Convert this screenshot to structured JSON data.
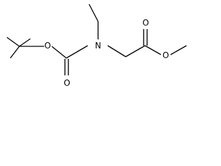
{
  "molecule": {
    "atoms": {
      "carbamate_ether_oxygen": "O",
      "carbamate_carbonyl_oxygen": "O",
      "nitrogen": "N",
      "ester_carbonyl_oxygen": "O",
      "ester_ether_oxygen": "O"
    }
  },
  "colors": {
    "background": "#ffffff",
    "bond": "#000000",
    "label": "#000000"
  }
}
